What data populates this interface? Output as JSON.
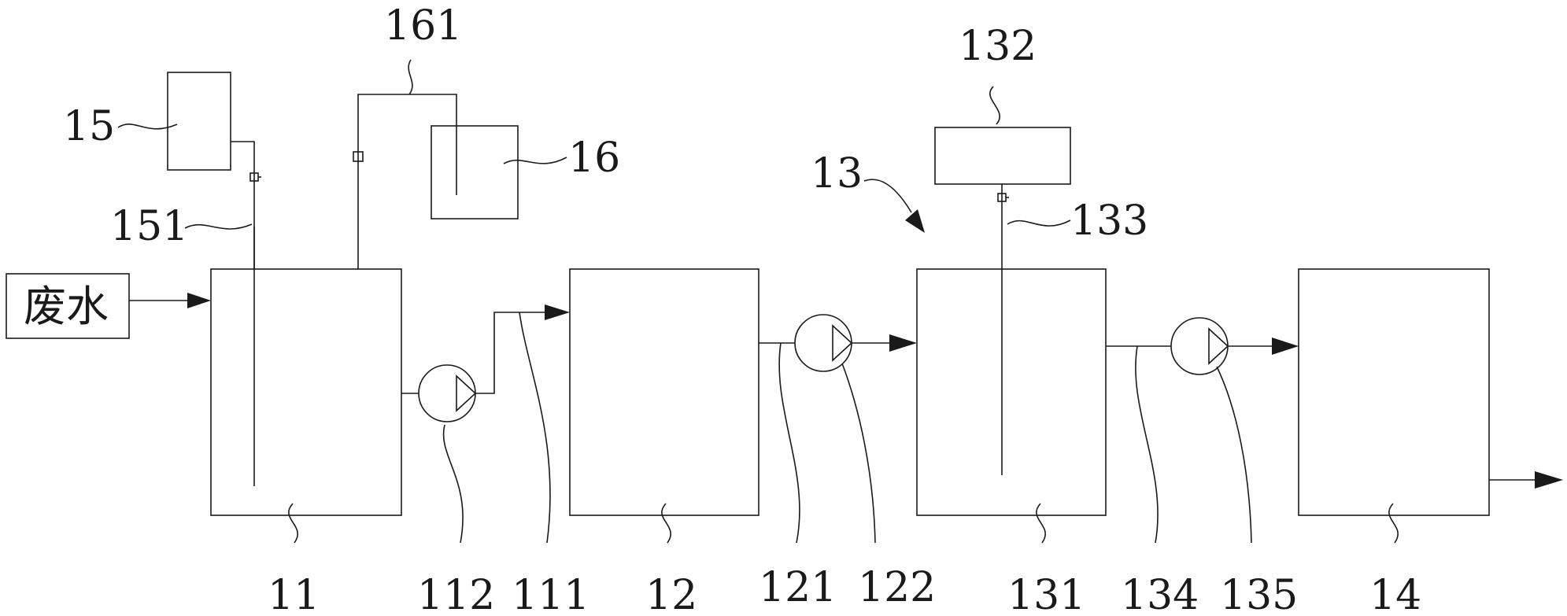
{
  "input_label": "废水",
  "labels": {
    "tank_11": "11",
    "tank_12": "12",
    "tank_13": "13",
    "tank_131": "131",
    "tank_14": "14",
    "box_15": "15",
    "box_16": "16",
    "box_132": "132",
    "pipe_151": "151",
    "pipe_161": "161",
    "pipe_133": "133",
    "pipe_111": "111",
    "pump_112": "112",
    "pipe_121": "121",
    "pump_122": "122",
    "pipe_134": "134",
    "pump_135": "135"
  }
}
